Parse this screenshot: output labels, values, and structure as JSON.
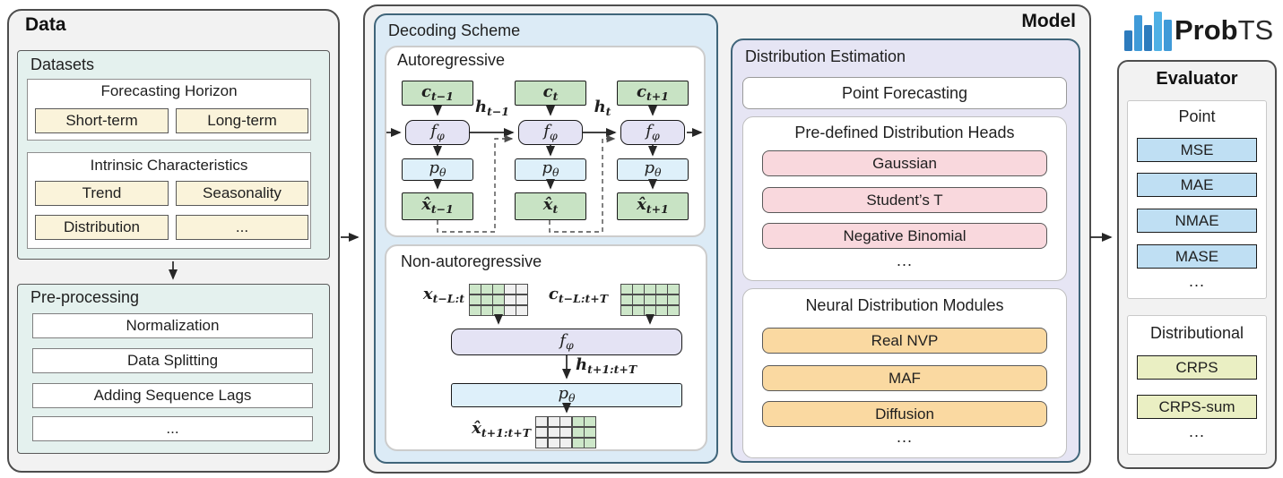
{
  "colors": {
    "panel_gray": "#f2f2f2",
    "mint": "#e4f1ee",
    "decoding_blue": "#dcebf6",
    "dist_lavender": "#e6e5f4",
    "teal_border": "#40657a",
    "green_box": "#c8e3c4",
    "lavender_box": "#e4e3f4",
    "blue_box": "#def0fa",
    "chip_yellow": "#faf3da",
    "chip_pink": "#f9d8dd",
    "chip_orange": "#fad9a1",
    "chip_blue_metric": "#bfdff3",
    "chip_crps": "#eaefc3",
    "logo_bars": [
      "#2d7bbd",
      "#3f9ad8",
      "#2d7bbd",
      "#4fb0e5",
      "#3f9ad8"
    ]
  },
  "logo": {
    "bold": "Prob",
    "light": "TS"
  },
  "data_panel": {
    "title": "Data",
    "datasets": {
      "title": "Datasets",
      "forecasting_horizon": {
        "title": "Forecasting Horizon",
        "chips": [
          "Short-term",
          "Long-term"
        ]
      },
      "intrinsic": {
        "title": "Intrinsic Characteristics",
        "chips": [
          "Trend",
          "Seasonality",
          "Distribution",
          "..."
        ]
      }
    },
    "preprocessing": {
      "title": "Pre-processing",
      "items": [
        "Normalization",
        "Data Splitting",
        "Adding Sequence Lags",
        "..."
      ]
    }
  },
  "model_panel": {
    "title": "Model",
    "decoding": {
      "title": "Decoding Scheme",
      "ar": {
        "title": "Autoregressive",
        "c": [
          {
            "b": "c",
            "s": "t−1"
          },
          {
            "b": "c",
            "s": "t"
          },
          {
            "b": "c",
            "s": "t+1"
          }
        ],
        "f": {
          "b": "f",
          "s": "φ"
        },
        "p": {
          "b": "p",
          "s": "θ"
        },
        "x": [
          {
            "b": "x̂",
            "s": "t−1"
          },
          {
            "b": "x̂",
            "s": "t"
          },
          {
            "b": "x̂",
            "s": "t+1"
          }
        ],
        "h": [
          {
            "b": "h",
            "s": "t−1"
          },
          {
            "b": "h",
            "s": "t"
          }
        ]
      },
      "nar": {
        "title": "Non-autoregressive",
        "x_in": {
          "b": "x",
          "s": "t−L:t"
        },
        "c_in": {
          "b": "c",
          "s": "t−L:t+T"
        },
        "f": {
          "b": "f",
          "s": "φ"
        },
        "h": {
          "b": "h",
          "s": "t+1:t+T"
        },
        "p": {
          "b": "p",
          "s": "θ"
        },
        "x_out": {
          "b": "x̂",
          "s": "t+1:t+T"
        }
      }
    },
    "dist_est": {
      "title": "Distribution Estimation",
      "point_forecasting": "Point Forecasting",
      "heads": {
        "title": "Pre-defined Distribution Heads",
        "chips": [
          "Gaussian",
          "Student’s T",
          "Negative Binomial"
        ],
        "more": "..."
      },
      "neural": {
        "title": "Neural Distribution Modules",
        "chips": [
          "Real NVP",
          "MAF",
          "Diffusion"
        ],
        "more": "..."
      }
    }
  },
  "evaluator_panel": {
    "title": "Evaluator",
    "point": {
      "title": "Point",
      "metrics": [
        "MSE",
        "MAE",
        "NMAE",
        "MASE"
      ],
      "more": "..."
    },
    "distributional": {
      "title": "Distributional",
      "metrics": [
        "CRPS",
        "CRPS-sum"
      ],
      "more": "..."
    }
  },
  "grids": {
    "input": {
      "rows": 3,
      "cols": 5,
      "green_cols": [
        0,
        1,
        2
      ]
    },
    "context": {
      "rows": 3,
      "cols": 5,
      "green_cols": [
        0,
        1,
        2,
        3,
        4
      ]
    },
    "output": {
      "rows": 3,
      "cols": 5,
      "green_cols": [
        3,
        4
      ]
    }
  }
}
